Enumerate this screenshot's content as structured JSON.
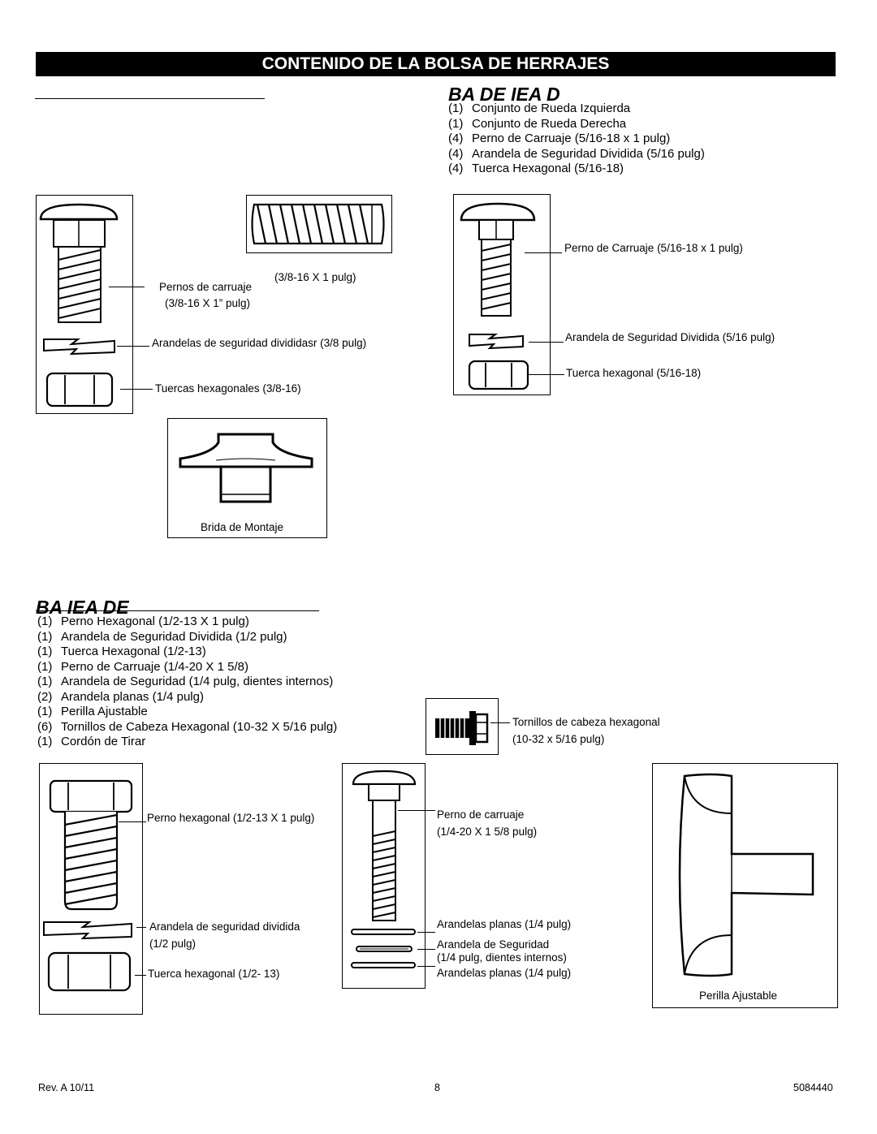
{
  "banner": "CONTENIDO DE LA BOLSA DE HERRAJES",
  "section_wheel": {
    "heading": "BA DE IEA D",
    "items": [
      {
        "qty": "(1)",
        "text": "Conjunto de Rueda Izquierda"
      },
      {
        "qty": "(1)",
        "text": "Conjunto de Rueda Derecha"
      },
      {
        "qty": "(4)",
        "text": "Perno de Carruaje (5/16-18 x 1 pulg)"
      },
      {
        "qty": "(4)",
        "text": "Arandela de Seguridad Dividida (5/16 pulg)"
      },
      {
        "qty": "(4)",
        "text": "Tuerca Hexagonal (5/16-18)"
      }
    ]
  },
  "section_handle": {
    "heading": "BA IEA DE",
    "items": [
      {
        "qty": "(1)",
        "text": "Perno Hexagonal (1/2-13 X 1 pulg)"
      },
      {
        "qty": "(1)",
        "text": "Arandela de Seguridad Dividida (1/2 pulg)"
      },
      {
        "qty": "(1)",
        "text": "Tuerca Hexagonal (1/2-13)"
      },
      {
        "qty": "(1)",
        "text": "Perno de Carruaje (1/4-20 X 1 5/8)"
      },
      {
        "qty": "(1)",
        "text": "Arandela de Seguridad (1/4 pulg, dientes internos)"
      },
      {
        "qty": "(2)",
        "text": "Arandela planas (1/4 pulg)"
      },
      {
        "qty": "(1)",
        "text": "Perilla Ajustable"
      },
      {
        "qty": "(6)",
        "text": "Tornillos de Cabeza Hexagonal (10-32 X 5/16 pulg)"
      },
      {
        "qty": "(1)",
        "text": "Cordón de Tirar"
      }
    ]
  },
  "labels": {
    "threaded_rod": "(3/8-16 X 1 pulg)",
    "carriage_bolts_38_a": "Pernos de carruaje",
    "carriage_bolts_38_b": "(3/8-16 X 1” pulg)",
    "lock_washers_38": "Arandelas de seguridad divididasr (3/8 pulg)",
    "hex_nuts_38": "Tuercas hexagonales (3/8-16)",
    "mounting_flange": "Brida de Montaje",
    "carriage_bolt_516": "Perno de Carruaje (5/16-18 x 1 pulg)",
    "lock_washer_516": "Arandela de Seguridad Dividida (5/16 pulg)",
    "hex_nut_516": "Tuerca hexagonal (5/16-18)",
    "hex_screws_a": "Tornillos de cabeza hexagonal",
    "hex_screws_b": "(10-32 x 5/16 pulg)",
    "hex_bolt_12": "Perno hexagonal (1/2-13 X 1 pulg)",
    "lock_washer_12_a": "Arandela de seguridad dividida",
    "lock_washer_12_b": "(1/2 pulg)",
    "hex_nut_12": "Tuerca hexagonal (1/2- 13)",
    "carriage_bolt_14_a": "Perno de carruaje",
    "carriage_bolt_14_b": "(1/4-20 X 1 5/8 pulg)",
    "flat_washers_top": "Arandelas planas (1/4 pulg)",
    "lock_washer_14_a": "Arandela de Seguridad",
    "lock_washer_14_b": "(1/4 pulg, dientes internos)",
    "flat_washers_bottom": "Arandelas planas (1/4 pulg)",
    "adjustable_knob": "Perilla Ajustable"
  },
  "footer": {
    "rev": "Rev. A 10/11",
    "page": "8",
    "part_number": "5084440"
  }
}
